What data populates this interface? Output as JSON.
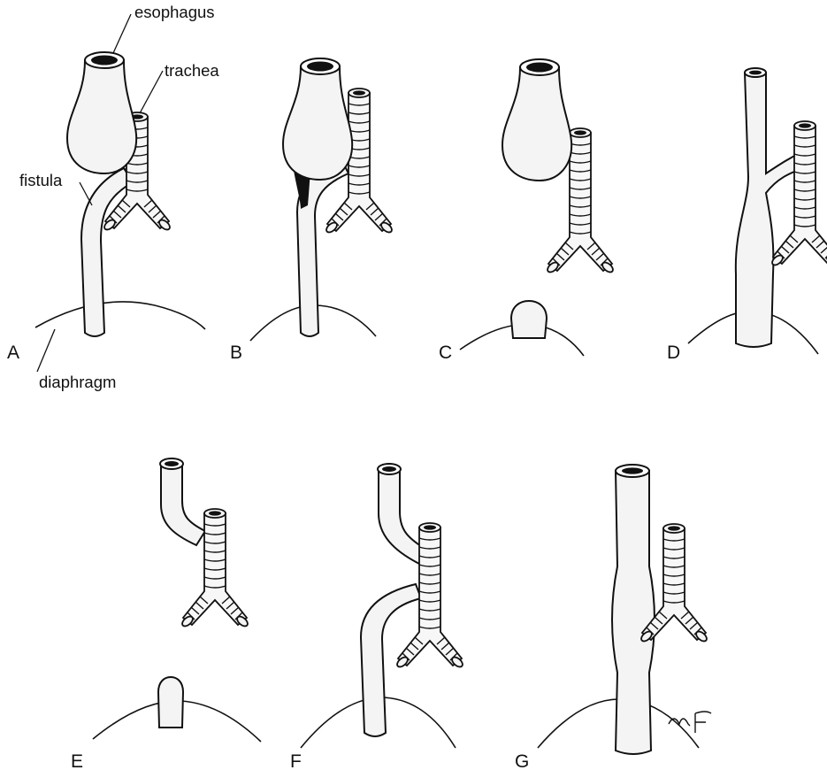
{
  "annotations": {
    "esophagus": "esophagus",
    "trachea": "trachea",
    "fistula": "fistula",
    "diaphragm": "diaphragm"
  },
  "panels": [
    {
      "id": "A",
      "label": "A"
    },
    {
      "id": "B",
      "label": "B"
    },
    {
      "id": "C",
      "label": "C"
    },
    {
      "id": "D",
      "label": "D"
    },
    {
      "id": "E",
      "label": "E"
    },
    {
      "id": "F",
      "label": "F"
    },
    {
      "id": "G",
      "label": "G"
    }
  ],
  "signature": "mf"
}
